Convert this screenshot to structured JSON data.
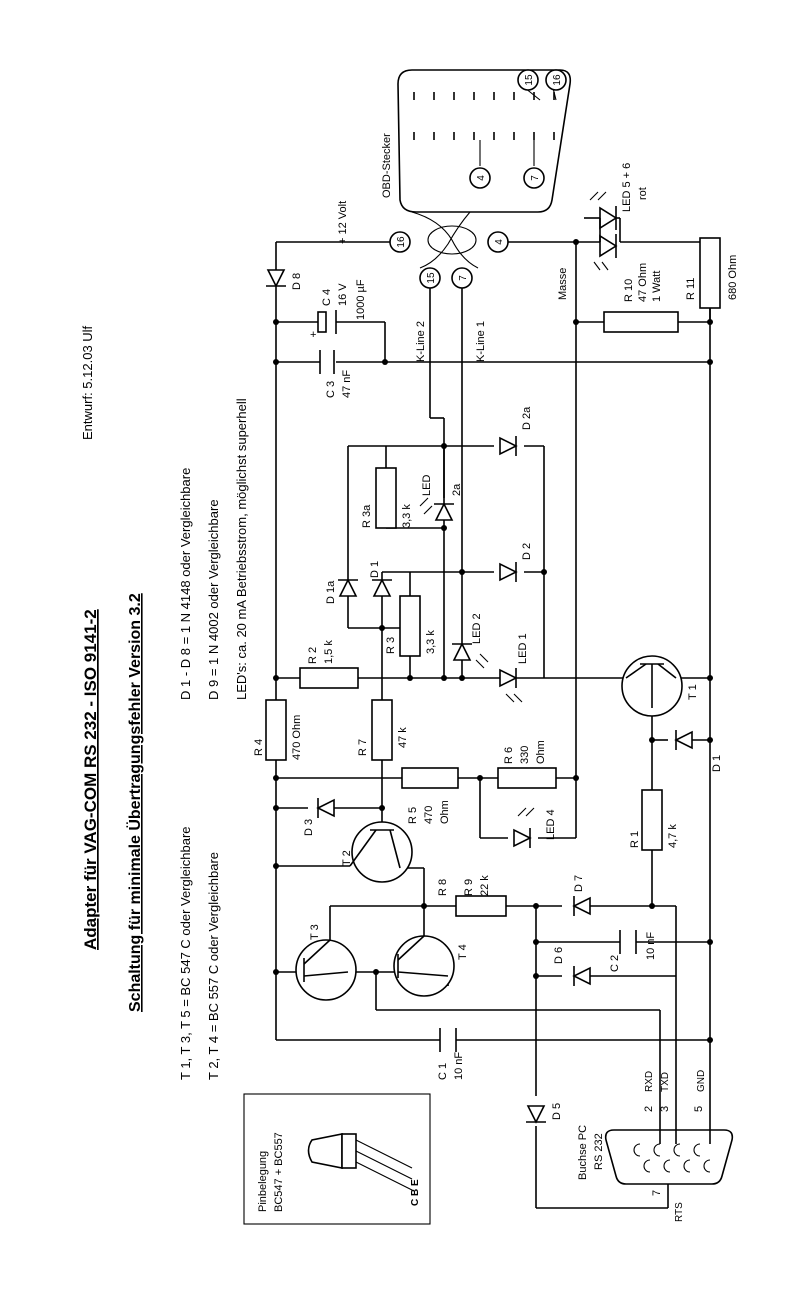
{
  "header": {
    "title": "Adapter für VAG-COM   RS 232 - ISO 9141-2",
    "subtitle": "Schaltung für minimale Übertragungsfehler    Version 3.2",
    "draft": "Entwurf: 5.12.03 Ulf"
  },
  "notes": {
    "transistors_npn": "T 1, T 3, T 5 = BC 547 C  oder Vergleichbare",
    "transistors_pnp": "T 2, T 4  =  BC 557 C  oder Vergleichbare",
    "diodes_small": "D 1 - D 8  =  1 N 4148   oder Vergleichbare",
    "diode_d9": "D 9 = 1 N 4002  oder Vergleichbare",
    "leds": "LED's: ca. 20 mA Betriebsstrom, möglichst superhell"
  },
  "pinout_box": {
    "line1": "Pinbelegung",
    "line2": "BC547 + BC557",
    "pins": "C B E"
  },
  "connectors": {
    "obd_label": "OBD-Stecker",
    "obd_pin4": "4",
    "obd_pin7": "7",
    "obd_pin15": "15",
    "obd_pin16": "16",
    "plus12": "+ 12 Volt",
    "masse": "Masse",
    "kline2": "K-Line 2",
    "kline1": "K-Line 1",
    "rs232_line1": "Buchse PC",
    "rs232_line2": "RS 232",
    "pin2": "2",
    "pin3": "3",
    "pin5": "5",
    "pin7": "7",
    "rxd": "RXD",
    "txd": "TXD",
    "gnd": "GND",
    "rts": "RTS"
  },
  "components": {
    "D8": "D 8",
    "C4": "C 4",
    "C4_v": "16 V",
    "C4_val": "1000 µF",
    "C3": "C 3",
    "C3_val": "47 nF",
    "LED56": "LED 5 + 6",
    "LED56_c": "rot",
    "R10": "R 10",
    "R10_v1": "47 Ohm",
    "R10_v2": "1 Watt",
    "R11": "R 11",
    "R11_v": "680  Ohm",
    "D2a": "D 2a",
    "R3a": "R 3a",
    "R3a_v": "3,3 k",
    "LED2a": "LED",
    "LED2a_b": "2a",
    "D1a": "D 1a",
    "D1": "D 1",
    "D2": "D 2",
    "R3": "R 3",
    "R3_v": "3,3 k",
    "LED2": "LED 2",
    "LED1": "LED 1",
    "R2": "R 2",
    "R2_v": "1,5 k",
    "T1": "T 1",
    "R4": "R 4",
    "R4_v": "470 Ohm",
    "R7": "R 7",
    "R7_v": "47 k",
    "R6": "R 6",
    "R6_v1": "330",
    "R6_v2": "Ohm",
    "D1b": "D 1",
    "R5": "R 5",
    "R5_v1": "470",
    "R5_v2": "Ohm",
    "LED4": "LED 4",
    "D3": "D 3",
    "T2": "T 2",
    "R1": "R 1",
    "R1_v": "4,7 k",
    "R8": "R 8",
    "R9": "R 9",
    "R9_v": "22 k",
    "D7": "D 7",
    "T3": "T 3",
    "T4": "T 4",
    "C2": "C 2",
    "C2_v": "10 nF",
    "D6": "D 6",
    "C1": "C 1",
    "C1_v": "10 nF",
    "D5": "D 5"
  }
}
